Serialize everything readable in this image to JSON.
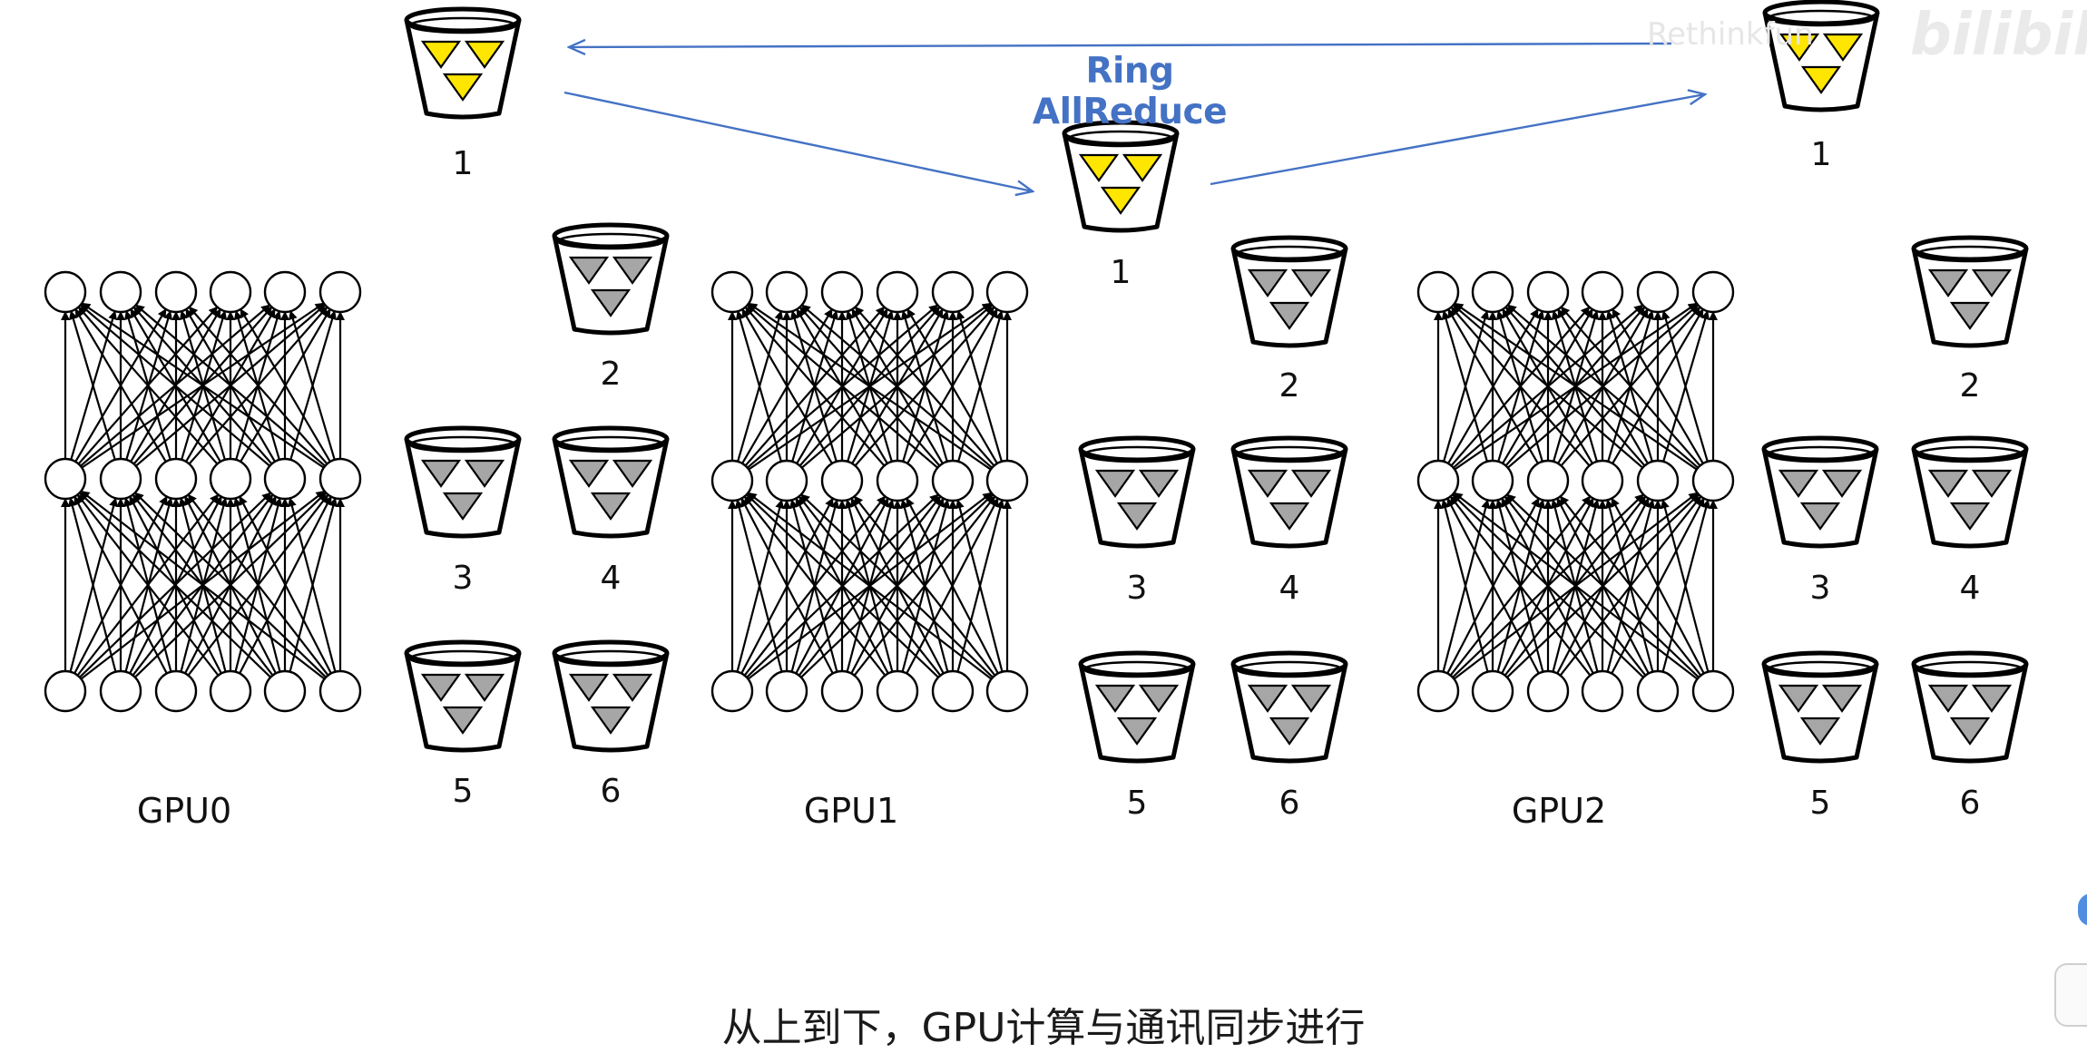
{
  "title": "Ring AllReduce",
  "subtitle": "从上到下，GPU计算与通讯同步进行",
  "watermark": {
    "text": "Rethinkfun",
    "logo": "bilibili"
  },
  "colors": {
    "ring_arrow": "#4472c4",
    "reduced_bucket_fill": "#ffe600",
    "pending_bucket_fill": "#a6a6a6",
    "network_stroke": "#000000"
  },
  "network": {
    "layers": [
      6,
      6,
      6
    ],
    "fully_connected": true,
    "direction": "bottom-to-top"
  },
  "gpus": [
    {
      "label": "GPU0",
      "buckets": [
        {
          "label": "1",
          "state": "reduced"
        },
        {
          "label": "2",
          "state": "pending"
        },
        {
          "label": "3",
          "state": "pending"
        },
        {
          "label": "4",
          "state": "pending"
        },
        {
          "label": "5",
          "state": "pending"
        },
        {
          "label": "6",
          "state": "pending"
        }
      ]
    },
    {
      "label": "GPU1",
      "buckets": [
        {
          "label": "1",
          "state": "reduced"
        },
        {
          "label": "2",
          "state": "pending"
        },
        {
          "label": "3",
          "state": "pending"
        },
        {
          "label": "4",
          "state": "pending"
        },
        {
          "label": "5",
          "state": "pending"
        },
        {
          "label": "6",
          "state": "pending"
        }
      ]
    },
    {
      "label": "GPU2",
      "buckets": [
        {
          "label": "1",
          "state": "reduced"
        },
        {
          "label": "2",
          "state": "pending"
        },
        {
          "label": "3",
          "state": "pending"
        },
        {
          "label": "4",
          "state": "pending"
        },
        {
          "label": "5",
          "state": "pending"
        },
        {
          "label": "6",
          "state": "pending"
        }
      ]
    }
  ],
  "ring_edges": [
    {
      "from": "GPU0",
      "to": "GPU1"
    },
    {
      "from": "GPU1",
      "to": "GPU2"
    },
    {
      "from": "GPU2",
      "to": "GPU0"
    }
  ]
}
